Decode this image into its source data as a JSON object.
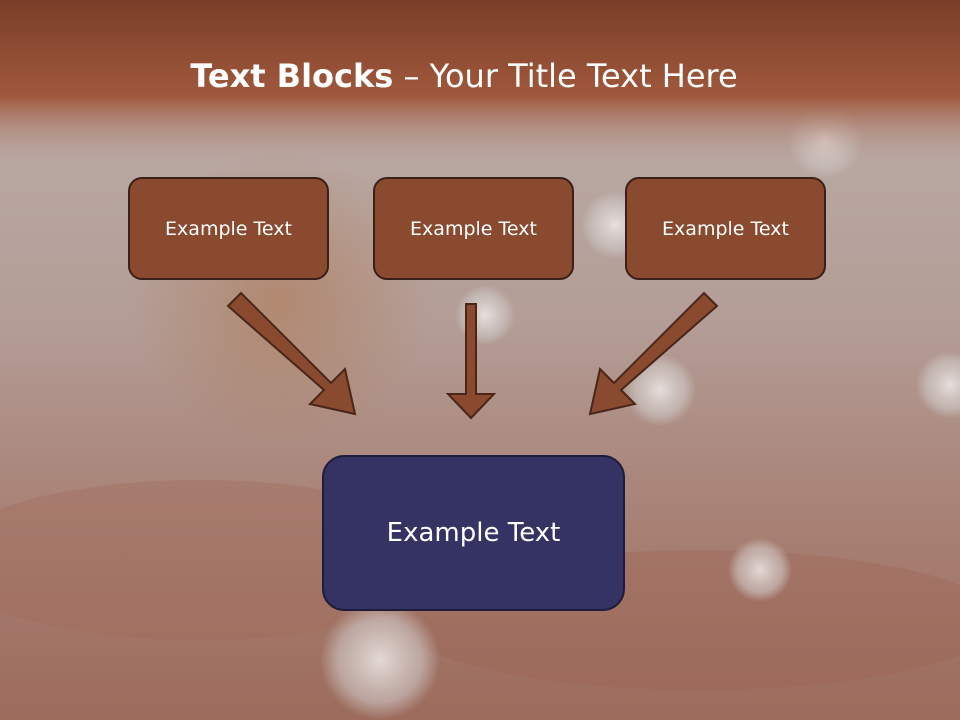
{
  "slide": {
    "title_bold": "Text Blocks",
    "title_separator": " – ",
    "title_rest": "Your Title Text Here"
  },
  "blocks": [
    {
      "label": "Example Text"
    },
    {
      "label": "Example Text"
    },
    {
      "label": "Example Text"
    }
  ],
  "center_block": {
    "label": "Example Text"
  },
  "colors": {
    "header_band": "#a0553a",
    "block_fill": "#8a4a30",
    "center_fill": "#353264",
    "arrow_fill": "#8a4a30"
  }
}
